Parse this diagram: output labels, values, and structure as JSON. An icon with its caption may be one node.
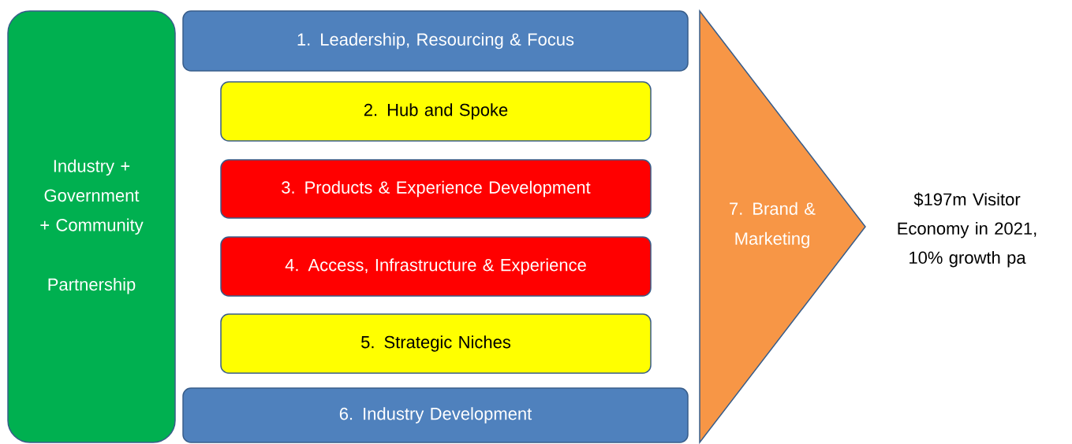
{
  "diagram": {
    "nodes": [
      {
        "text": [
          "Industry + Government + Community",
          "Partnership"
        ]
      },
      {
        "text": [
          "1. Leadership, Resourcing & Focus"
        ]
      },
      {
        "text": [
          "2. Hub and Spoke"
        ]
      },
      {
        "text": [
          "3. Products & Experience Development"
        ]
      },
      {
        "text": [
          "4. Access, Infrastructure & Experience"
        ]
      },
      {
        "text": [
          "5. Strategic Niches"
        ]
      },
      {
        "text": [
          "6. Industry Development"
        ]
      },
      {
        "text": [
          "7. Brand & Marketing"
        ]
      }
    ],
    "labels": [
      "$197m Visitor Economy in 2021, 10% growth pa"
    ]
  }
}
